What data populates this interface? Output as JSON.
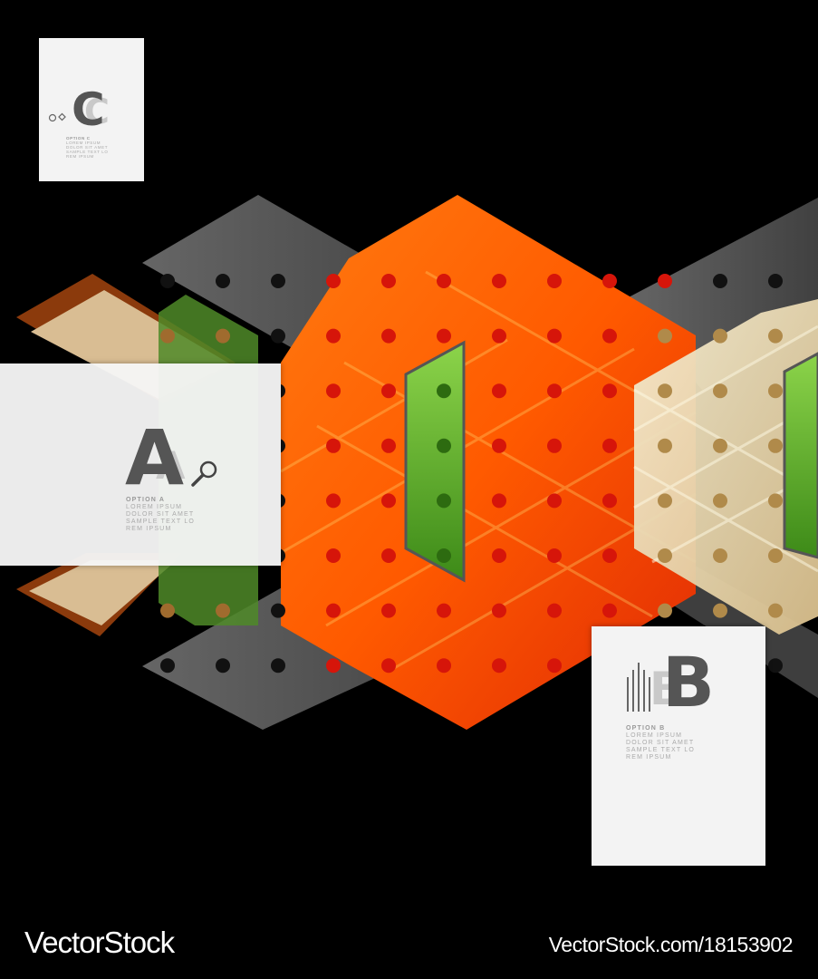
{
  "colors": {
    "background": "#000000",
    "orange": "#ff6a00",
    "red": "#e8200a",
    "green": "#4a9a1e",
    "grey": "#5e5e5e",
    "beige": "#e5c9a2",
    "brown": "#8b3a0c",
    "card": "#f3f3f3"
  },
  "cards": {
    "a": {
      "letter": "A",
      "option": "OPTION A",
      "lines": [
        "LOREM IPSUM",
        "DOLOR SIT AMET",
        "SAMPLE TEXT LO",
        "REM IPSUM"
      ],
      "icon": "magnifier-icon"
    },
    "b": {
      "letter": "B",
      "option": "OPTION B",
      "lines": [
        "LOREM IPSUM",
        "DOLOR SIT AMET",
        "SAMPLE TEXT LO",
        "REM IPSUM"
      ],
      "icon": "vertical-bars-icon"
    },
    "c": {
      "letter": "C",
      "option": "OPTION C",
      "lines": [
        "LOREM IPSUM",
        "DOLOR SIT AMET",
        "SAMPLE TEXT LO",
        "REM IPSUM"
      ],
      "icon": "circle-diamond-icon"
    }
  },
  "watermark": {
    "left": "VectorStock",
    "right": "VectorStock.com/18153902"
  }
}
